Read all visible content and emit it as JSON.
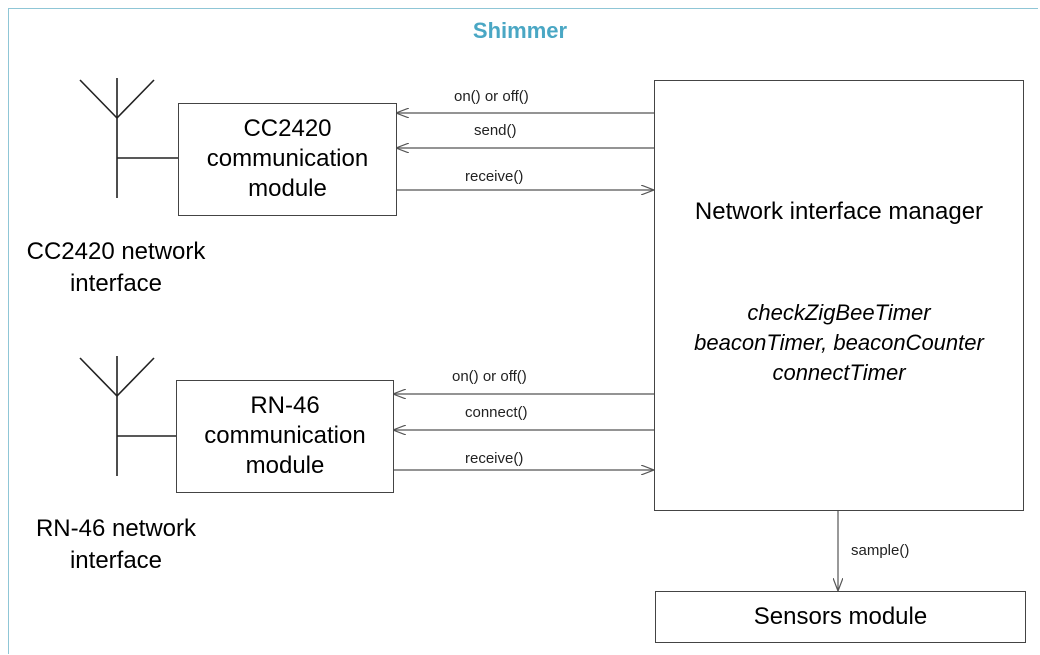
{
  "title": "Shimmer",
  "cc2420_module": {
    "line1": "CC2420",
    "line2": "communication",
    "line3": "module"
  },
  "cc2420_interface": {
    "line1": "CC2420 network",
    "line2": "interface"
  },
  "rn46_module": {
    "line1": "RN-46",
    "line2": "communication",
    "line3": "module"
  },
  "rn46_interface": {
    "line1": "RN-46 network",
    "line2": "interface"
  },
  "manager": {
    "title": "Network interface manager",
    "var1": "checkZigBeeTimer",
    "var2": "beaconTimer, beaconCounter",
    "var3": "connectTimer"
  },
  "sensors": {
    "label": "Sensors module"
  },
  "edges": {
    "cc2420_onoff": "on() or off()",
    "cc2420_send": "send()",
    "cc2420_receive": "receive()",
    "rn46_onoff": "on() or off()",
    "rn46_connect": "connect()",
    "rn46_receive": "receive()",
    "sample": "sample()"
  }
}
